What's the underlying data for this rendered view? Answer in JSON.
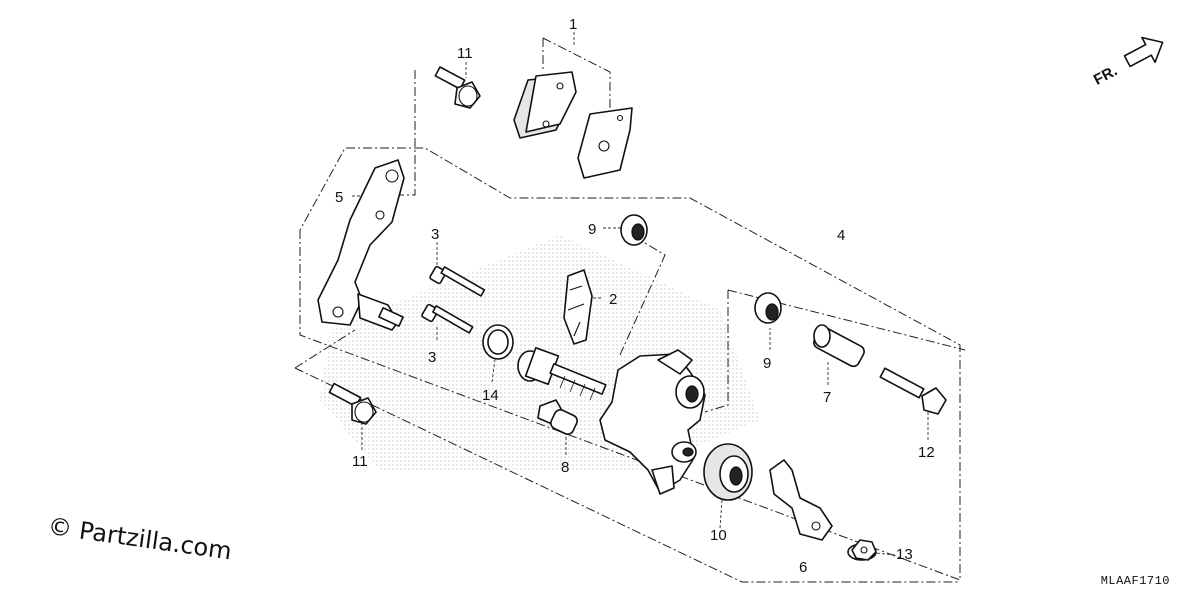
{
  "diagram": {
    "callouts": [
      {
        "id": "c1",
        "text": "1"
      },
      {
        "id": "c2",
        "text": "2"
      },
      {
        "id": "c3a",
        "text": "3"
      },
      {
        "id": "c3b",
        "text": "3"
      },
      {
        "id": "c4",
        "text": "4"
      },
      {
        "id": "c5",
        "text": "5"
      },
      {
        "id": "c6",
        "text": "6"
      },
      {
        "id": "c7",
        "text": "7"
      },
      {
        "id": "c8",
        "text": "8"
      },
      {
        "id": "c9a",
        "text": "9"
      },
      {
        "id": "c9b",
        "text": "9"
      },
      {
        "id": "c10",
        "text": "10"
      },
      {
        "id": "c11a",
        "text": "11"
      },
      {
        "id": "c11b",
        "text": "11"
      },
      {
        "id": "c12",
        "text": "12"
      },
      {
        "id": "c13",
        "text": "13"
      },
      {
        "id": "c14",
        "text": "14"
      }
    ],
    "direction_label": "FR.",
    "copyright": "© Partzilla.com",
    "diagram_code": "MLAAF1710"
  }
}
